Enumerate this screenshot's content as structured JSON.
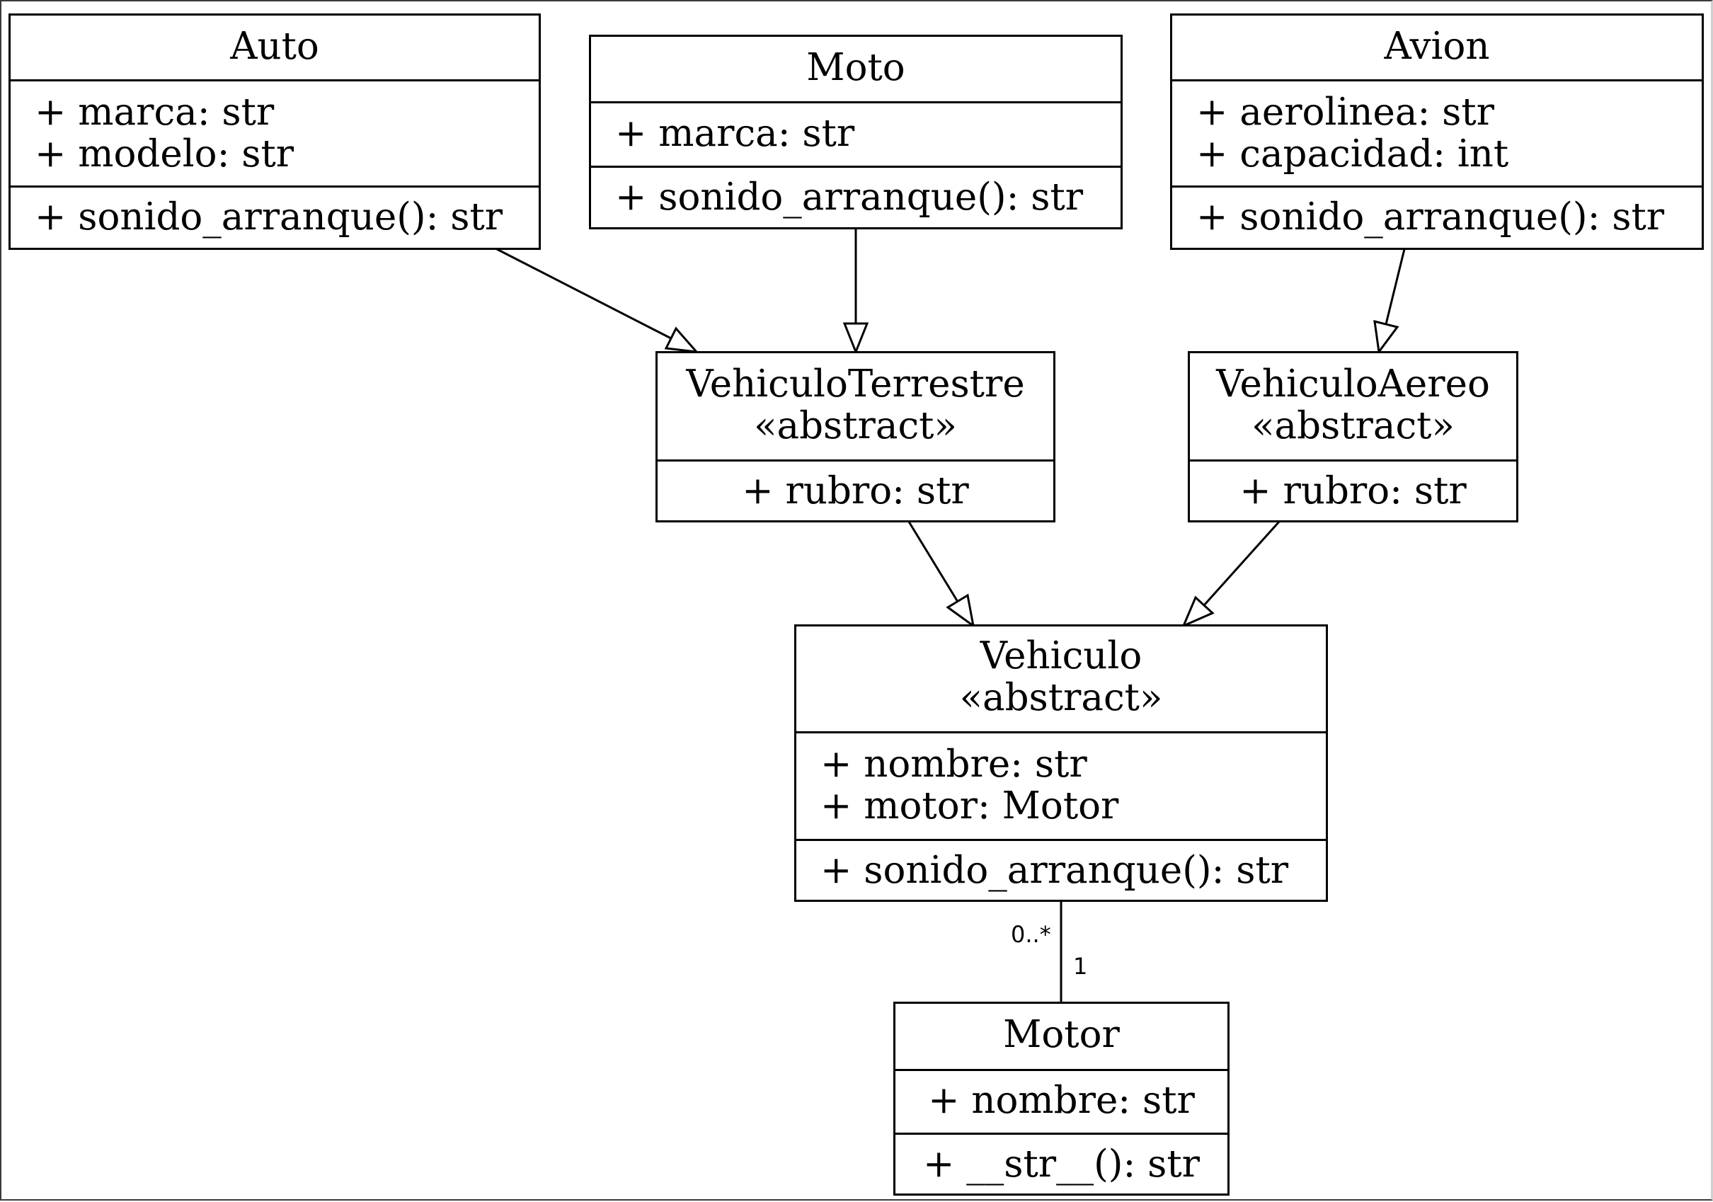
{
  "classes": {
    "auto": {
      "name": "Auto",
      "attributes": [
        "+ marca: str",
        "+ modelo: str"
      ],
      "methods": [
        "+ sonido_arranque(): str"
      ]
    },
    "moto": {
      "name": "Moto",
      "attributes": [
        "+ marca: str"
      ],
      "methods": [
        "+ sonido_arranque(): str"
      ]
    },
    "avion": {
      "name": "Avion",
      "attributes": [
        "+ aerolinea: str",
        "+ capacidad: int"
      ],
      "methods": [
        "+ sonido_arranque(): str"
      ]
    },
    "vehiculo_terrestre": {
      "name": "VehiculoTerrestre",
      "stereotype": "«abstract»",
      "attributes": [
        "+ rubro: str"
      ]
    },
    "vehiculo_aereo": {
      "name": "VehiculoAereo",
      "stereotype": "«abstract»",
      "attributes": [
        "+ rubro: str"
      ]
    },
    "vehiculo": {
      "name": "Vehiculo",
      "stereotype": "«abstract»",
      "attributes": [
        "+ nombre: str",
        "+ motor: Motor"
      ],
      "methods": [
        "+ sonido_arranque(): str"
      ]
    },
    "motor": {
      "name": "Motor",
      "attributes": [
        "+ nombre: str"
      ],
      "methods": [
        "+ __str__(): str"
      ]
    }
  },
  "relationships": [
    {
      "type": "generalization",
      "from": "Auto",
      "to": "VehiculoTerrestre"
    },
    {
      "type": "generalization",
      "from": "Moto",
      "to": "VehiculoTerrestre"
    },
    {
      "type": "generalization",
      "from": "Avion",
      "to": "VehiculoAereo"
    },
    {
      "type": "generalization",
      "from": "VehiculoTerrestre",
      "to": "Vehiculo"
    },
    {
      "type": "generalization",
      "from": "VehiculoAereo",
      "to": "Vehiculo"
    },
    {
      "type": "association",
      "from": "Vehiculo",
      "to": "Motor",
      "from_multiplicity": "0..*",
      "to_multiplicity": "1"
    }
  ],
  "colors": {
    "line": "#000000",
    "fill": "#ffffff"
  }
}
